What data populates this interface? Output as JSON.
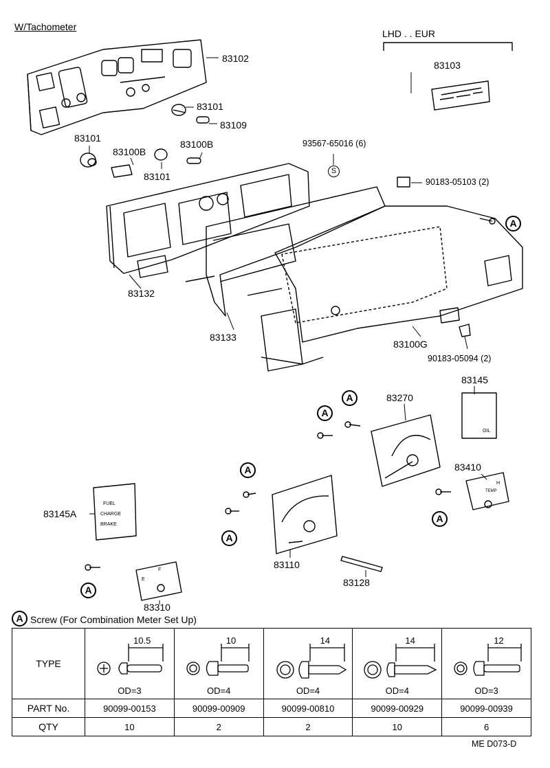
{
  "variant_label": "W/Tachometer",
  "region_label": "LHD . . EUR",
  "parts": {
    "p83102": "83102",
    "p83103": "83103",
    "p83101_a": "83101",
    "p83109": "83109",
    "p83101_b": "83101",
    "p83100b_a": "83100B",
    "p83100b_b": "83100B",
    "p83101_c": "83101",
    "p93567": "93567-65016 (6)",
    "p90183_05103": "90183-05103 (2)",
    "p83132": "83132",
    "p83133": "83133",
    "p83100g": "83100G",
    "p90183_05094": "90183-05094 (2)",
    "p83145": "83145",
    "p83270": "83270",
    "p83410": "83410",
    "p83145a": "83145A",
    "p83110": "83110",
    "p83128": "83128",
    "p83310": "83310"
  },
  "marker_a": "A",
  "marker_s": "S",
  "screw_table": {
    "caption": "Screw (For Combination Meter Set Up)",
    "row_labels": {
      "type": "TYPE",
      "part": "PART No.",
      "qty": "QTY"
    },
    "columns": [
      {
        "length": "10.5",
        "od": "OD=3",
        "part_no": "90099-00153",
        "qty": "10"
      },
      {
        "length": "10",
        "od": "OD=4",
        "part_no": "90099-00909",
        "qty": "2"
      },
      {
        "length": "14",
        "od": "OD=4",
        "part_no": "90099-00810",
        "qty": "2"
      },
      {
        "length": "14",
        "od": "OD=4",
        "part_no": "90099-00929",
        "qty": "10"
      },
      {
        "length": "12",
        "od": "OD=3",
        "part_no": "90099-00939",
        "qty": "6"
      }
    ]
  },
  "gauge_texts": {
    "fuel": "FUEL",
    "charge": "CHARGE",
    "brake": "BRAKE",
    "oil": "OIL",
    "f": "F",
    "e": "E",
    "temp": "TEMP",
    "h": "H"
  },
  "doc_code": "ME D073-D"
}
